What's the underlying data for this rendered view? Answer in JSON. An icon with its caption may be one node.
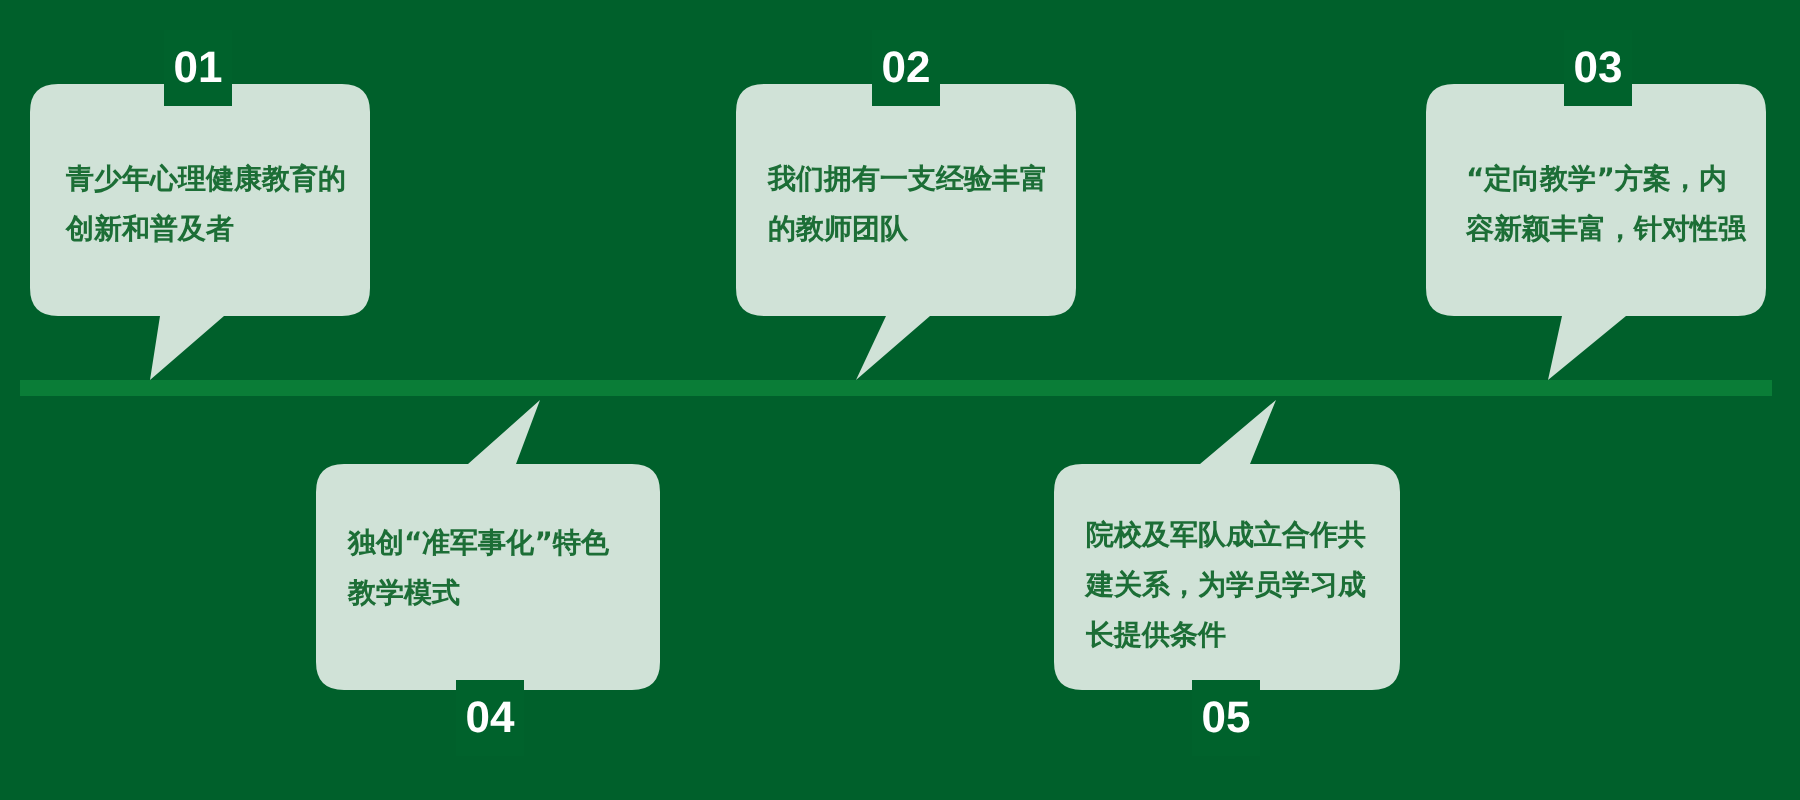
{
  "diagram": {
    "nodes": [
      {
        "text": [
          "01",
          "青少年心理健康教育的创新和普及者"
        ]
      },
      {
        "text": [
          "02",
          "我们拥有一支经验丰富的教师团队"
        ]
      },
      {
        "text": [
          "03",
          "“定向教学”方案，内容新颖丰富，针对性强"
        ]
      },
      {
        "text": [
          "独创“准军事化”特色教学模式",
          "04"
        ]
      },
      {
        "text": [
          "院校及军队成立合作共建关系，为学员学习成长提供条件",
          "05"
        ]
      }
    ]
  }
}
